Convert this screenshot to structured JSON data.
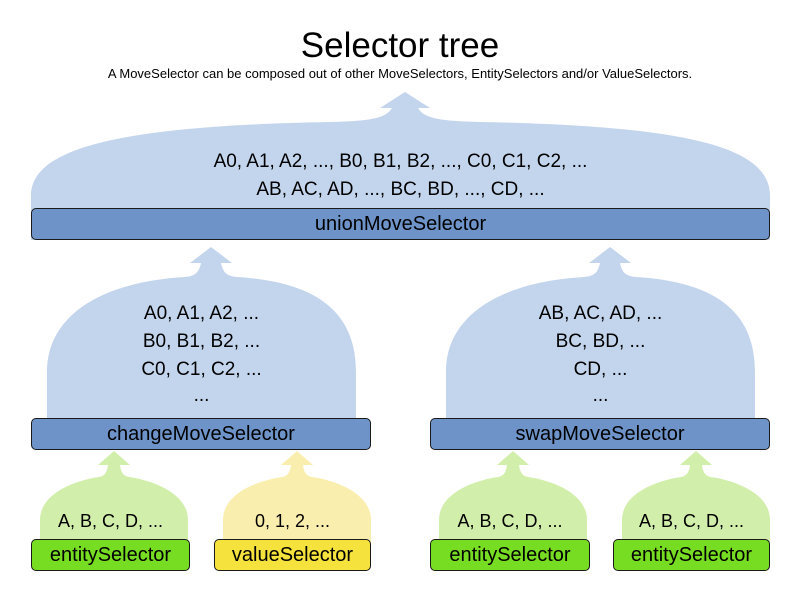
{
  "header": {
    "title": "Selector tree",
    "subtitle": "A MoveSelector can be composed out of other MoveSelectors, EntitySelectors and/or ValueSelectors."
  },
  "colors": {
    "move_selector_bar": "#6d93c8",
    "move_selector_fill": "#c3d5ed",
    "entity_selector_bar": "#77dd22",
    "entity_selector_fill": "#d2eeab",
    "value_selector_bar": "#f5e23c",
    "value_selector_fill": "#faeeae",
    "outline": "#1a1a1a",
    "background": "#ffffff"
  },
  "nodes": {
    "union": {
      "label": "unionMoveSelector",
      "type": "moveSelector",
      "samples": [
        "A0, A1, A2, ..., B0, B1, B2, ..., C0, C1, C2, ...",
        "AB, AC, AD, ..., BC, BD, ..., CD, ..."
      ]
    },
    "change": {
      "label": "changeMoveSelector",
      "type": "moveSelector",
      "samples": [
        "A0, A1, A2, ...",
        "B0, B1, B2, ...",
        "C0, C1, C2, ...",
        "..."
      ]
    },
    "swap": {
      "label": "swapMoveSelector",
      "type": "moveSelector",
      "samples": [
        "AB, AC, AD, ...",
        "BC, BD, ...",
        "CD, ...",
        "..."
      ]
    },
    "change_entity": {
      "label": "entitySelector",
      "type": "entitySelector",
      "samples": [
        "A, B, C, D, ..."
      ]
    },
    "change_value": {
      "label": "valueSelector",
      "type": "valueSelector",
      "samples": [
        "0, 1, 2, ..."
      ]
    },
    "swap_entity_left": {
      "label": "entitySelector",
      "type": "entitySelector",
      "samples": [
        "A, B, C, D, ..."
      ]
    },
    "swap_entity_right": {
      "label": "entitySelector",
      "type": "entitySelector",
      "samples": [
        "A, B, C, D, ..."
      ]
    }
  }
}
